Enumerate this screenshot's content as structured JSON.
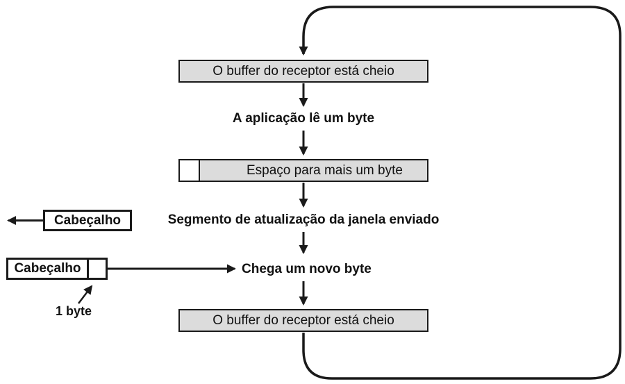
{
  "diagram": {
    "boxes": {
      "buffer_full_top": "O buffer do receptor está cheio",
      "space_one_byte": "Espaço para mais um byte",
      "buffer_full_bottom": "O buffer do receptor está cheio",
      "header_left": "Cabeçalho",
      "header_bottom": "Cabeçalho"
    },
    "labels": {
      "app_reads": "A aplicação lê um byte",
      "window_update": "Segmento de atualização da janela enviado",
      "new_byte": "Chega um novo byte",
      "one_byte": "1 byte"
    },
    "colors": {
      "background": "#ffffff",
      "box_fill": "#dcdcdc",
      "box_border": "#1a1a1a",
      "line": "#1a1a1a"
    }
  }
}
